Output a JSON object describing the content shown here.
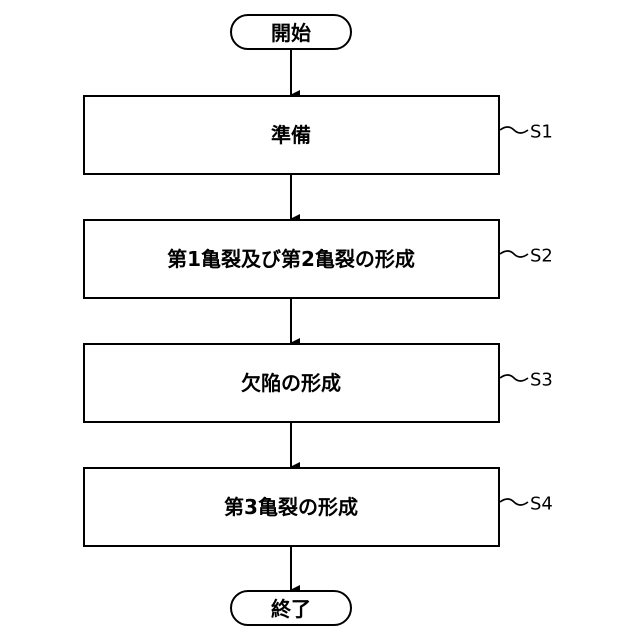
{
  "start": {
    "label": "開始"
  },
  "end": {
    "label": "終了"
  },
  "steps": [
    {
      "id": "S1",
      "label": "準備"
    },
    {
      "id": "S2",
      "label": "第1亀裂及び第2亀裂の形成"
    },
    {
      "id": "S3",
      "label": "欠陥の形成"
    },
    {
      "id": "S4",
      "label": "第3亀裂の形成"
    }
  ]
}
